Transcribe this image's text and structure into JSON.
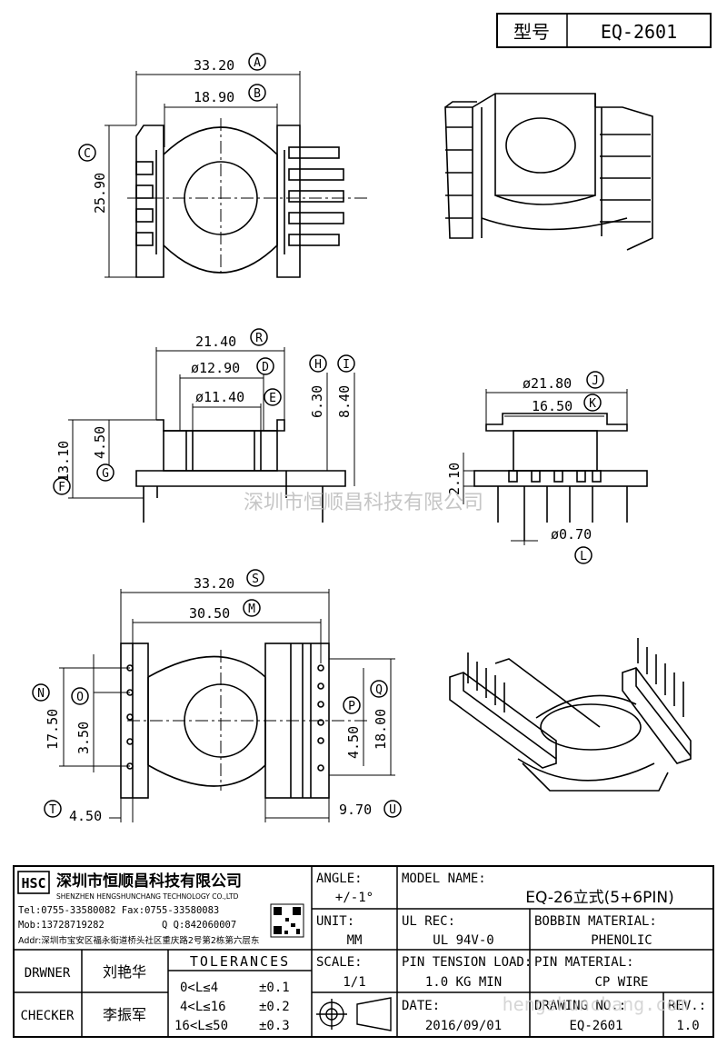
{
  "model_box": {
    "label": "型号",
    "value": "EQ-2601"
  },
  "watermark": "深圳市恒顺昌科技有限公司",
  "watermark_url": "hengshunchang.com",
  "dimensions": [
    {
      "id": "A",
      "value": "33.20"
    },
    {
      "id": "B",
      "value": "18.90"
    },
    {
      "id": "C",
      "value": "25.90"
    },
    {
      "id": "R",
      "value": "21.40"
    },
    {
      "id": "D",
      "value": "ø12.90"
    },
    {
      "id": "E",
      "value": "ø11.40"
    },
    {
      "id": "H",
      "value": "6.30"
    },
    {
      "id": "I",
      "value": "8.40"
    },
    {
      "id": "F",
      "value": "13.10"
    },
    {
      "id": "G",
      "value": "4.50"
    },
    {
      "id": "J",
      "value": "ø21.80"
    },
    {
      "id": "K",
      "value": "16.50"
    },
    {
      "id": "L",
      "value": "ø0.70"
    },
    {
      "id": "2.10",
      "value": "2.10"
    },
    {
      "id": "S",
      "value": "33.20"
    },
    {
      "id": "M",
      "value": "30.50"
    },
    {
      "id": "N",
      "value": "17.50"
    },
    {
      "id": "O",
      "value": "3.50"
    },
    {
      "id": "P",
      "value": "4.50"
    },
    {
      "id": "Q",
      "value": "18.00"
    },
    {
      "id": "T",
      "value": "4.50"
    },
    {
      "id": "U",
      "value": "9.70"
    }
  ],
  "company": {
    "name_cn": "深圳市恒顺昌科技有限公司",
    "name_en": "SHENZHEN HENGSHUNCHANG TECHNOLOGY CO.,LTD",
    "tel": "Tel:0755-33580082 Fax:0755-33580083",
    "mob": "Mob:13728719282",
    "qq": "Q  Q:842060007",
    "addr": "Addr:深圳市宝安区福永街道桥头社区重庆路2号第2栋第六层东"
  },
  "title_block": {
    "angle_label": "ANGLE:",
    "angle_value": "+/-1°",
    "unit_label": "UNIT:",
    "unit_value": "MM",
    "scale_label": "SCALE:",
    "scale_value": "1/1",
    "model_label": "MODEL NAME:",
    "model_value": "EQ-26立式(5+6PIN)",
    "ul_label": "UL REC:",
    "ul_value": "UL 94V-0",
    "bobbin_label": "BOBBIN MATERIAL:",
    "bobbin_value": "PHENOLIC",
    "tension_label": "PIN TENSION LOAD:",
    "tension_value": "1.0 KG MIN",
    "pin_label": "PIN MATERIAL:",
    "pin_value": "CP WIRE",
    "date_label": "DATE:",
    "date_value": "2016/09/01",
    "drawing_label": "DRAWING NO.:",
    "drawing_value": "EQ-2601",
    "rev_label": "REV.:",
    "rev_value": "1.0",
    "drawer_label": "DRWNER",
    "drawer_value": "刘艳华",
    "checker_label": "CHECKER",
    "checker_value": "李振军",
    "tolerance_title": "TOLERANCES",
    "tolerances": [
      {
        "range": "0<L≤4",
        "value": "±0.1"
      },
      {
        "range": "4<L≤16",
        "value": "±0.2"
      },
      {
        "range": "16<L≤50",
        "value": "±0.3"
      }
    ]
  }
}
